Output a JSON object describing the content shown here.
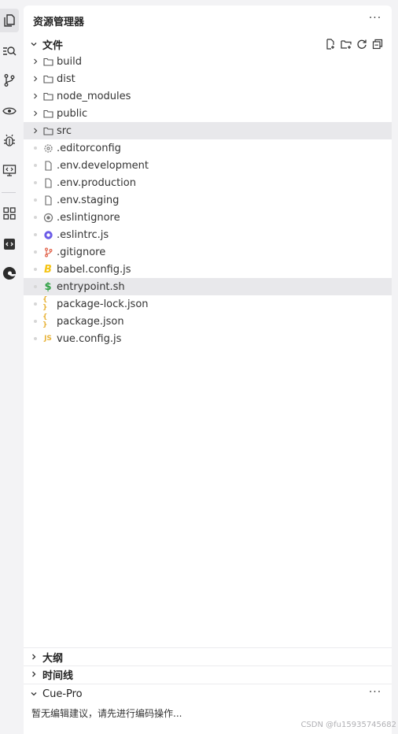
{
  "explorer": {
    "title": "资源管理器",
    "more": "···"
  },
  "files_section": {
    "title": "文件",
    "tools": [
      "new-file-icon",
      "new-folder-icon",
      "refresh-icon",
      "collapse-all-icon"
    ]
  },
  "tree": [
    {
      "label": "build",
      "kind": "folder"
    },
    {
      "label": "dist",
      "kind": "folder"
    },
    {
      "label": "node_modules",
      "kind": "folder"
    },
    {
      "label": "public",
      "kind": "folder"
    },
    {
      "label": "src",
      "kind": "folder"
    },
    {
      "label": ".editorconfig",
      "kind": "file",
      "icon": "gear-icon"
    },
    {
      "label": ".env.development",
      "kind": "file",
      "icon": "file-icon"
    },
    {
      "label": ".env.production",
      "kind": "file",
      "icon": "file-icon"
    },
    {
      "label": ".env.staging",
      "kind": "file",
      "icon": "file-icon"
    },
    {
      "label": ".eslintignore",
      "kind": "file",
      "icon": "eslint-icon"
    },
    {
      "label": ".eslintrc.js",
      "kind": "file",
      "icon": "eslint-js-icon"
    },
    {
      "label": ".gitignore",
      "kind": "file",
      "icon": "git-icon"
    },
    {
      "label": "babel.config.js",
      "kind": "file",
      "icon": "babel-icon"
    },
    {
      "label": "entrypoint.sh",
      "kind": "file",
      "icon": "shell-icon"
    },
    {
      "label": "package-lock.json",
      "kind": "file",
      "icon": "json-icon"
    },
    {
      "label": "package.json",
      "kind": "file",
      "icon": "json-icon"
    },
    {
      "label": "vue.config.js",
      "kind": "file",
      "icon": "js-icon"
    }
  ],
  "icon_glyphs": {
    "json": "{ }",
    "js": "JS",
    "babel": "B",
    "shell": "$"
  },
  "outline": {
    "title": "大纲"
  },
  "timeline": {
    "title": "时间线"
  },
  "cue_pro": {
    "title": "Cue-Pro",
    "more": "···",
    "message": "暂无编辑建议，请先进行编码操作..."
  },
  "watermark": "CSDN @fu15935745682",
  "colors": {
    "json": "#e8b339",
    "js": "#e8b339",
    "babel": "#f5c518",
    "shell": "#2ea043",
    "git": "#e05d44",
    "eslint": "#6c5ce7",
    "highlight": "#e8e8eb"
  }
}
